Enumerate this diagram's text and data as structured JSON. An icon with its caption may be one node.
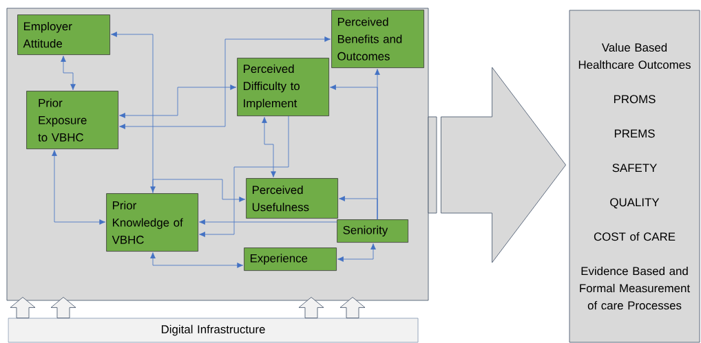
{
  "diagram": {
    "nodes": [
      {
        "text": [],
        "shape": "box"
      },
      {
        "text": [
          "Employer Attitude"
        ],
        "in": 0
      },
      {
        "text": [
          "Perceived Benefits and Outcomes"
        ],
        "in": 0
      },
      {
        "text": [
          "Prior Exposure to VBHC"
        ],
        "in": 0
      },
      {
        "text": [
          "Perceived Difficulty to Implement"
        ],
        "in": 0
      },
      {
        "text": [
          "Perceived Usefulness"
        ],
        "in": 0
      },
      {
        "text": [
          "Prior Knowledge of VBHC"
        ],
        "in": 0
      },
      {
        "text": [
          "Seniority"
        ],
        "in": 0
      },
      {
        "text": [
          "Experience"
        ],
        "in": 0
      },
      {
        "text": [
          "Digital Infrastructure"
        ]
      },
      {
        "text": [
          "Value Based Healthcare Outcomes",
          "PROMS",
          "PREMS",
          "SAFETY",
          "QUALITY",
          "COST of CARE",
          "Evidence Based and Formal Measurement of care Processes"
        ]
      }
    ],
    "edges": [
      {
        "from": 1,
        "to": 3,
        "arrow": "both"
      },
      {
        "from": 1,
        "to": 6,
        "arrow": "both"
      },
      {
        "from": 6,
        "to": 5,
        "arrow": "to"
      },
      {
        "from": 3,
        "to": 6,
        "arrow": "both"
      },
      {
        "from": 3,
        "to": 4,
        "arrow": "both"
      },
      {
        "from": 3,
        "to": 2,
        "arrow": "both"
      },
      {
        "from": 4,
        "to": 5,
        "arrow": "both"
      },
      {
        "from": 4,
        "to": 6,
        "arrow": "to"
      },
      {
        "from": 7,
        "to": 2,
        "arrow": "to"
      },
      {
        "from": 7,
        "to": 4,
        "arrow": "to"
      },
      {
        "from": 7,
        "to": 5,
        "arrow": "to"
      },
      {
        "from": 7,
        "to": 6,
        "arrow": "to"
      },
      {
        "from": 8,
        "to": 7,
        "arrow": "both"
      },
      {
        "from": 6,
        "to": 8,
        "arrow": "both"
      },
      {
        "from": 9,
        "to": 0,
        "arrow": "to",
        "style": "thick",
        "color": "#44546a"
      },
      {
        "from": 9,
        "to": 0,
        "arrow": "to",
        "style": "thick",
        "color": "#44546a"
      },
      {
        "from": 9,
        "to": 0,
        "arrow": "to",
        "style": "thick",
        "color": "#44546a"
      },
      {
        "from": 9,
        "to": 0,
        "arrow": "to",
        "style": "thick",
        "color": "#44546a"
      },
      {
        "from": 0,
        "to": 10,
        "arrow": "to",
        "style": "thick",
        "color": "#44546a"
      }
    ]
  }
}
